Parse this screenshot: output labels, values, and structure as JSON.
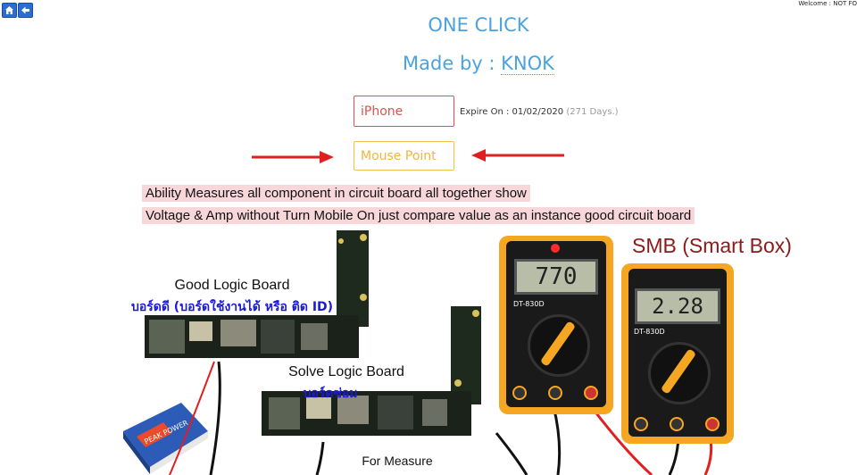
{
  "header": {
    "welcome_text": "Welcome : NOT FO",
    "title": "ONE CLICK",
    "made_by_prefix": "Made by : ",
    "made_by_name": "KNOK"
  },
  "nav": {
    "home_icon": "home-icon",
    "back_icon": "back-arrow-icon"
  },
  "form": {
    "device_value": "iPhone",
    "expire_label": "Expire On : 01/02/2020",
    "expire_days": "(271 Days.)",
    "mouse_point_label": "Mouse Point"
  },
  "description": {
    "line1": "Ability Measures all component in circuit board all together show",
    "line2": "Voltage & Amp without Turn Mobile On  just compare value as an instance good circuit board"
  },
  "image": {
    "smb_title": "SMB (Smart Box)",
    "good_board_label": "Good Logic Board",
    "good_board_thai": "บอร์ดดี (บอร์ดใช้งานได้ หรือ ติด ID)",
    "solve_board_label": "Solve Logic Board",
    "solve_board_thai": "บอร์ดซ่อม",
    "for_measure_label": "For Measure",
    "meter1_reading": "770",
    "meter2_reading": "2.28",
    "meter_model": "DT-830D",
    "battery_brand": "PEAK POWER"
  },
  "colors": {
    "accent_blue": "#4ba3dd",
    "device_border": "#d9534f",
    "mouse_border": "#f0c24b",
    "arrow_red": "#e02020",
    "highlight_bg": "#f8d7da",
    "multimeter_body": "#f5a623"
  }
}
